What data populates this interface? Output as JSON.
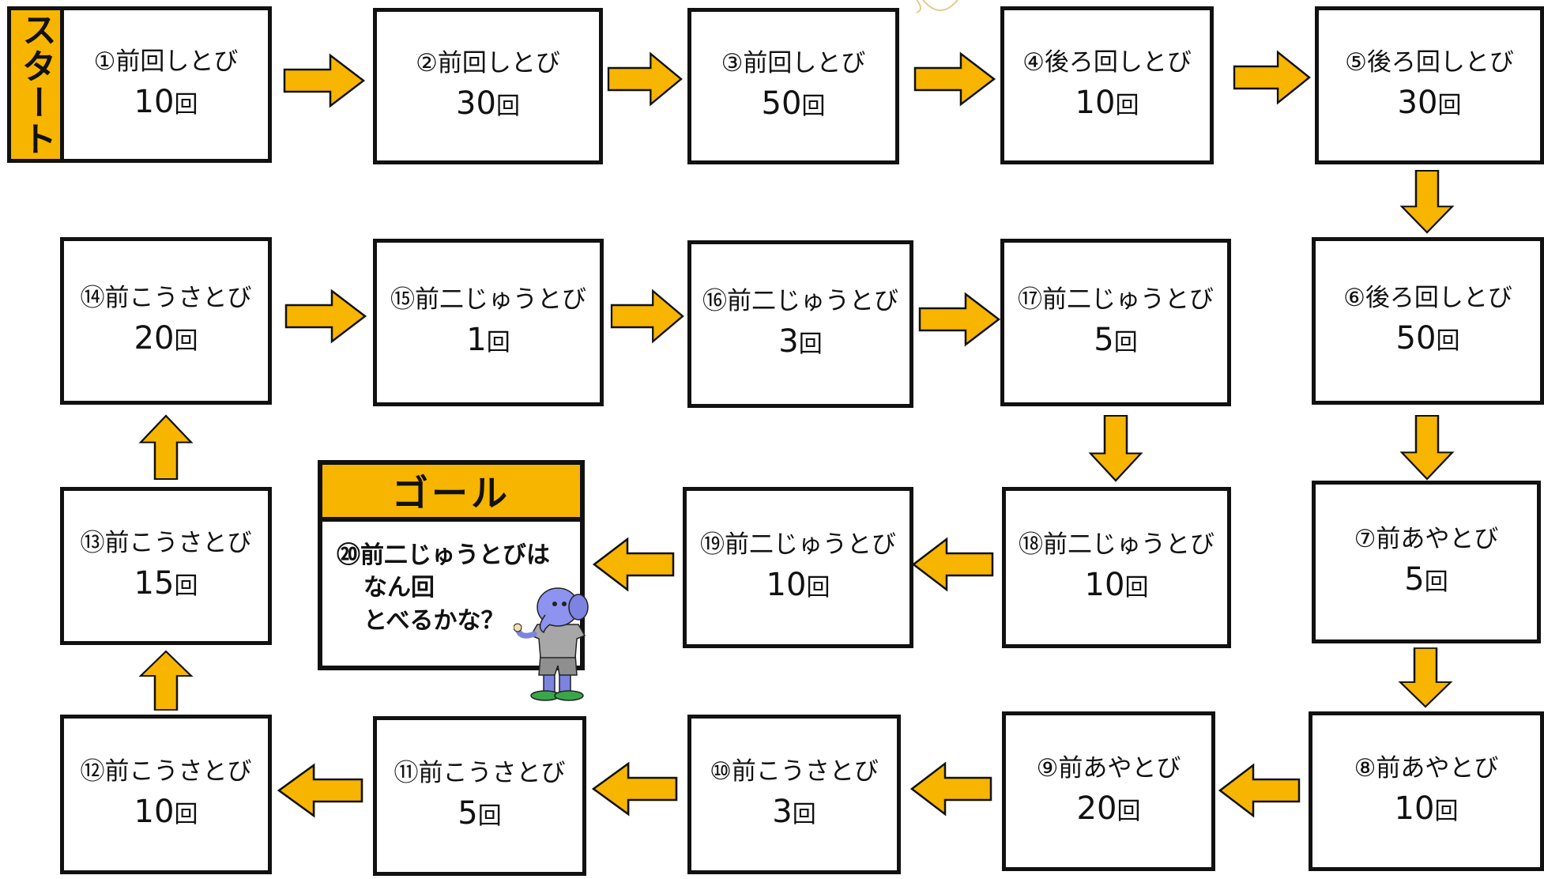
{
  "start": {
    "label": "スタート"
  },
  "steps": [
    {
      "label": "①前回しとび",
      "count": "10",
      "unit": "回"
    },
    {
      "label": "②前回しとび",
      "count": "30",
      "unit": "回"
    },
    {
      "label": "③前回しとび",
      "count": "50",
      "unit": "回"
    },
    {
      "label": "④後ろ回しとび",
      "count": "10",
      "unit": "回"
    },
    {
      "label": "⑤後ろ回しとび",
      "count": "30",
      "unit": "回"
    },
    {
      "label": "⑥後ろ回しとび",
      "count": "50",
      "unit": "回"
    },
    {
      "label": "⑦前あやとび",
      "count": "5",
      "unit": "回"
    },
    {
      "label": "⑧前あやとび",
      "count": "10",
      "unit": "回"
    },
    {
      "label": "⑨前あやとび",
      "count": "20",
      "unit": "回"
    },
    {
      "label": "⑩前こうさとび",
      "count": "3",
      "unit": "回"
    },
    {
      "label": "⑪前こうさとび",
      "count": "5",
      "unit": "回"
    },
    {
      "label": "⑫前こうさとび",
      "count": "10",
      "unit": "回"
    },
    {
      "label": "⑬前こうさとび",
      "count": "15",
      "unit": "回"
    },
    {
      "label": "⑭前こうさとび",
      "count": "20",
      "unit": "回"
    },
    {
      "label": "⑮前二じゅうとび",
      "count": "1",
      "unit": "回"
    },
    {
      "label": "⑯前二じゅうとび",
      "count": "3",
      "unit": "回"
    },
    {
      "label": "⑰前二じゅうとび",
      "count": "5",
      "unit": "回"
    },
    {
      "label": "⑱前二じゅうとび",
      "count": "10",
      "unit": "回"
    },
    {
      "label": "⑲前二じゅうとび",
      "count": "10",
      "unit": "回"
    }
  ],
  "goal": {
    "title": "ゴール",
    "line1": "⑳前二じゅうとびは",
    "line2": "なん回",
    "line3": "とべるかな？"
  },
  "colors": {
    "arrow": "#f7b500",
    "accent": "#f7b500",
    "border": "#111111"
  },
  "icons": {
    "mascot": "elephant-mascot-icon"
  }
}
